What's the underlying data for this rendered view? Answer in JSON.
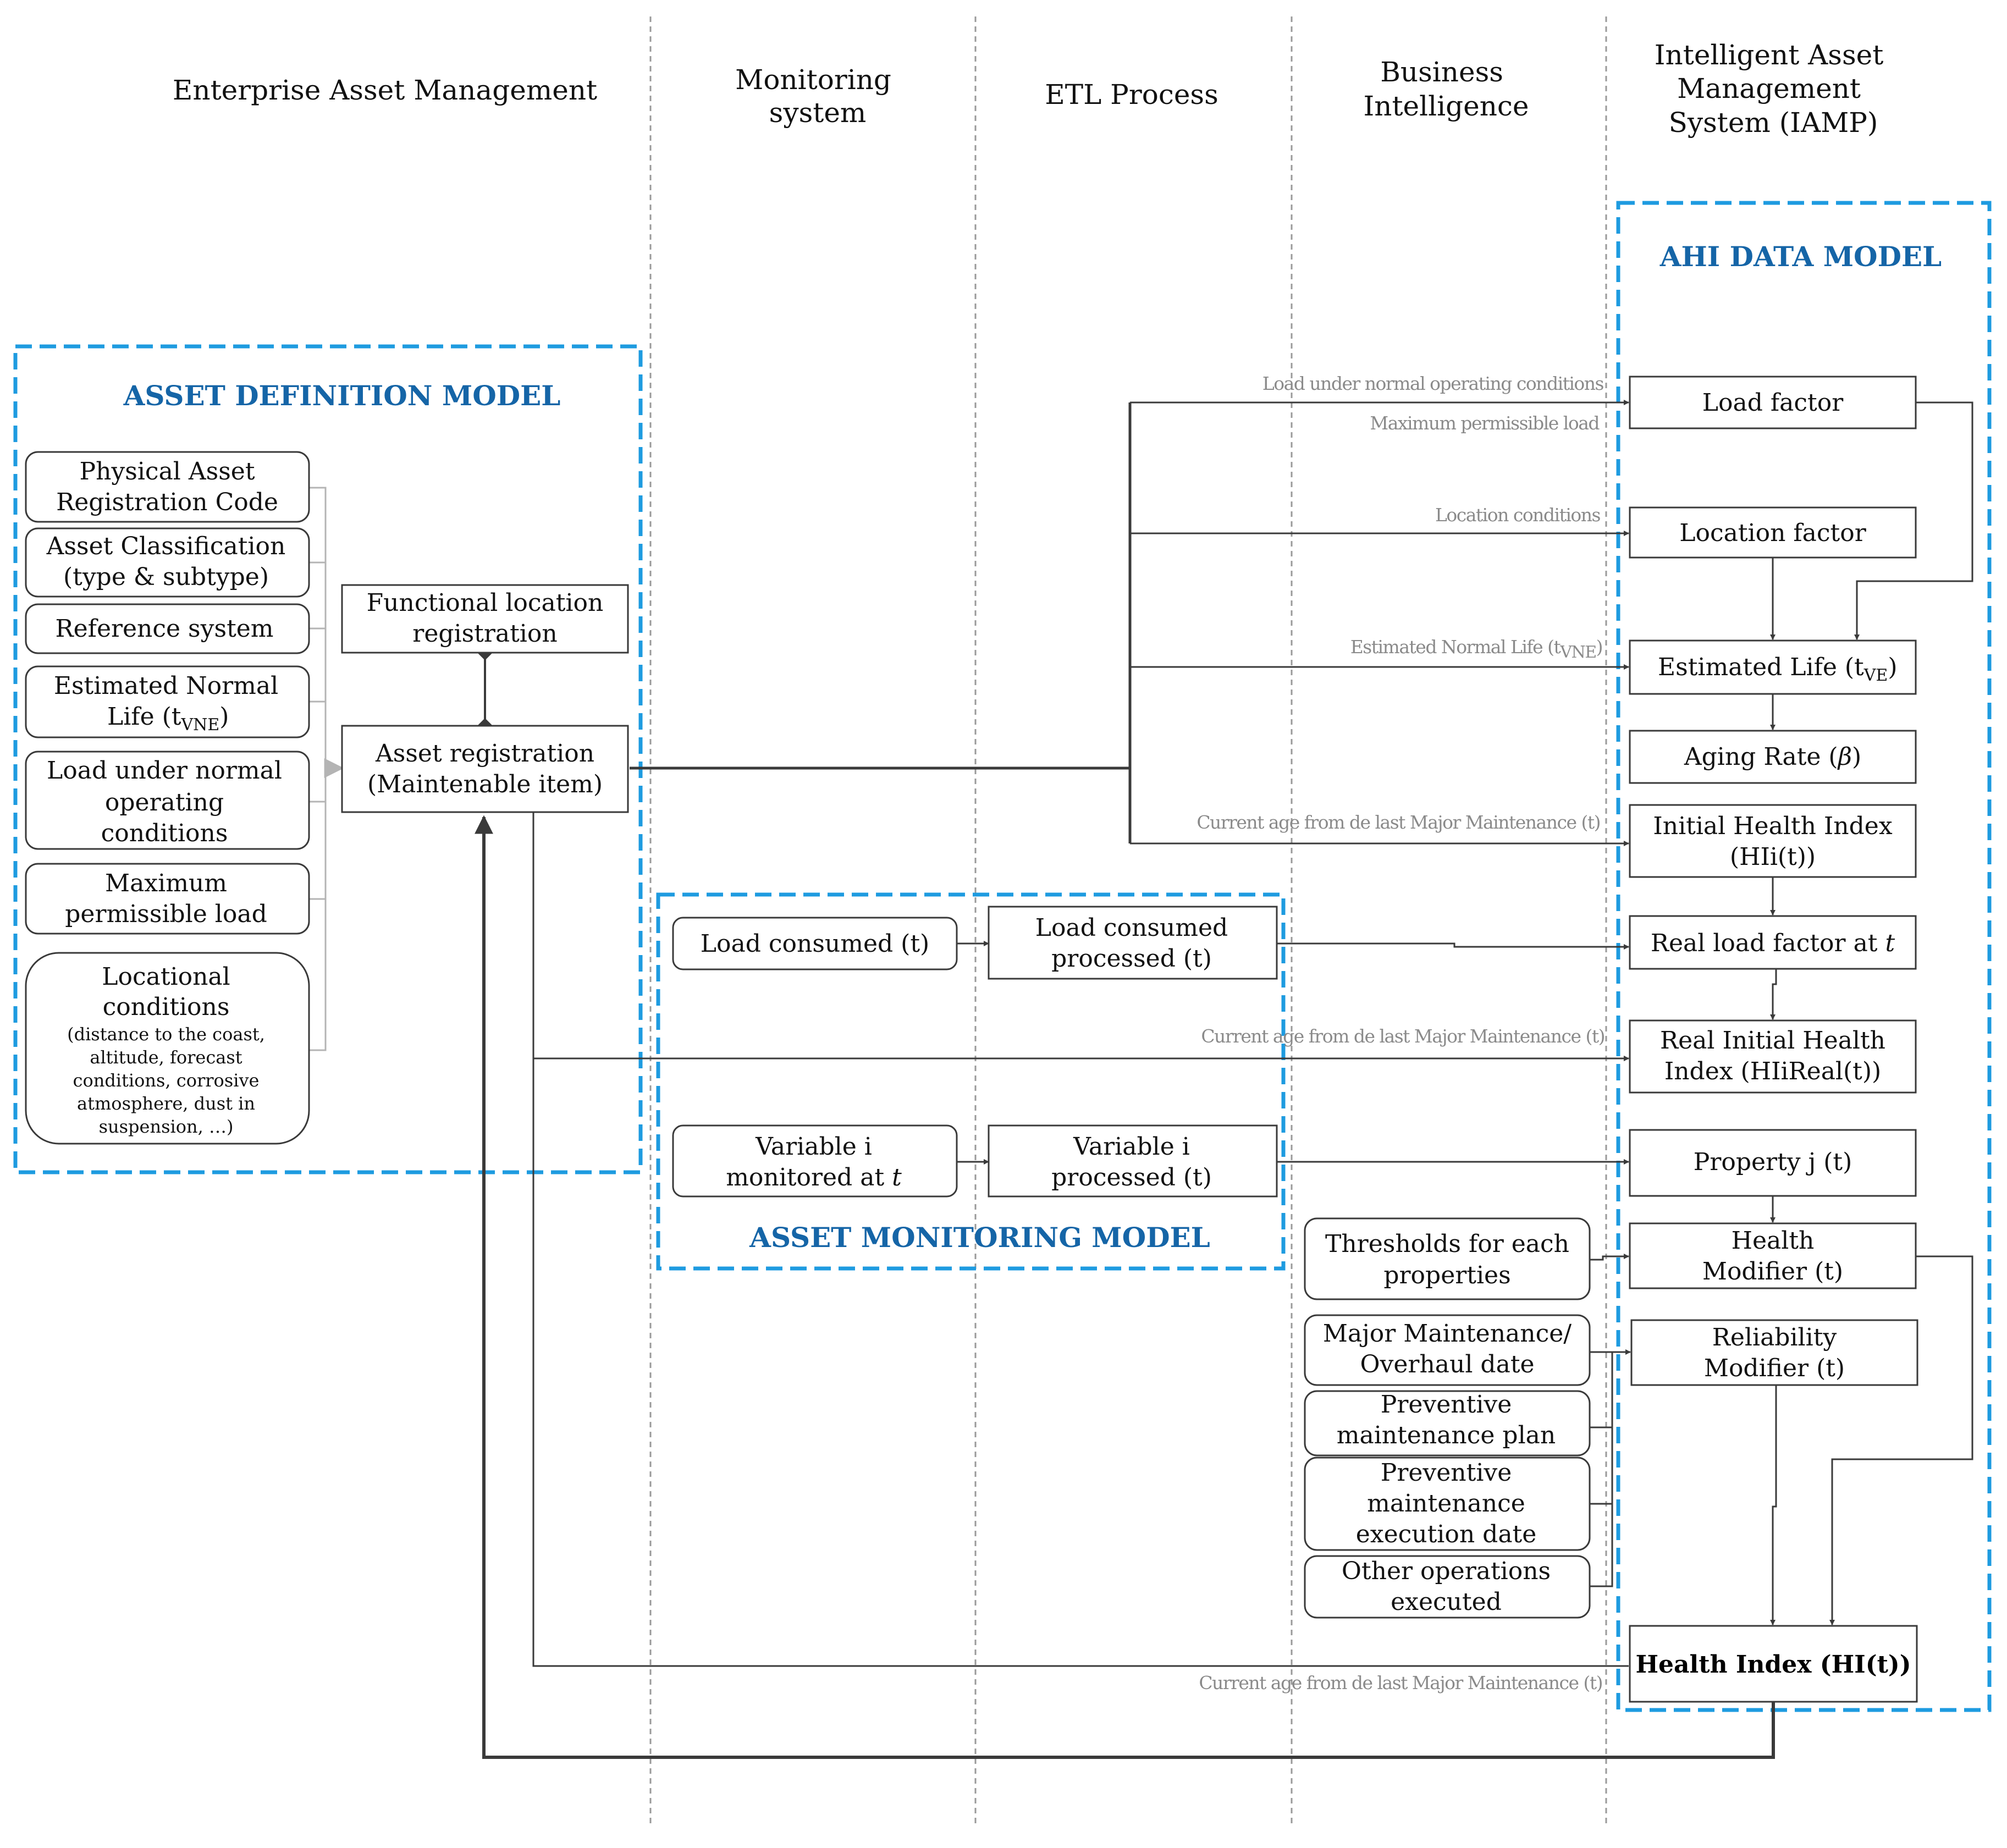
{
  "columns": {
    "eam": "Enterprise Asset Management",
    "monitoring": [
      "Monitoring",
      "system"
    ],
    "etl": "ETL Process",
    "bi": [
      "Business",
      "Intelligence"
    ],
    "iamp": [
      "Intelligent Asset",
      "Management",
      "System (IAMP)"
    ]
  },
  "models": {
    "asset_definition": "ASSET DEFINITION MODEL",
    "asset_monitoring": "ASSET MONITORING MODEL",
    "ahi_data": "AHI DATA MODEL"
  },
  "definition_items": {
    "physical_code": [
      "Physical Asset",
      "Registration Code"
    ],
    "classification": [
      "Asset Classification",
      "(type & subtype)"
    ],
    "reference_system": "Reference system",
    "estimated_normal_life": [
      "Estimated Normal",
      "Life (t",
      "VNE",
      ")"
    ],
    "load_normal": [
      "Load under normal",
      "operating",
      "conditions"
    ],
    "max_load": [
      "Maximum",
      "permissible load"
    ],
    "locational": [
      "Locational",
      "conditions"
    ],
    "locational_detail": [
      "(distance to the coast,",
      "altitude, forecast",
      "conditions, corrosive",
      "atmosphere, dust in",
      "suspension, …)"
    ]
  },
  "registration": {
    "functional_location": [
      "Functional location",
      "registration"
    ],
    "asset_registration": [
      "Asset registration",
      "(Maintenable item)"
    ]
  },
  "monitoring_items": {
    "load_consumed": "Load consumed (t)",
    "load_processed": [
      "Load consumed",
      "processed (t)"
    ],
    "variable_monitored": [
      "Variable i",
      "monitored at ",
      "t"
    ],
    "variable_processed": [
      "Variable i",
      "processed (t)"
    ]
  },
  "bi_items": {
    "thresholds": [
      "Thresholds for each",
      "properties"
    ],
    "major_maintenance": [
      "Major Maintenance/",
      "Overhaul date"
    ],
    "preventive_plan": [
      "Preventive",
      "maintenance plan"
    ],
    "preventive_execution": [
      "Preventive",
      "maintenance",
      "execution date"
    ],
    "other_operations": [
      "Other operations",
      "executed"
    ]
  },
  "ahi_items": {
    "load_factor": "Load factor",
    "location_factor": "Location factor",
    "estimated_life": [
      "Estimated Life (t",
      "VE",
      ")"
    ],
    "aging_rate": [
      "Aging Rate (",
      "β",
      ")"
    ],
    "initial_hi": [
      "Initial Health Index",
      "(HIi(t))"
    ],
    "real_load_factor": [
      "Real load factor at ",
      "t"
    ],
    "real_initial_hi": [
      "Real Initial Health",
      "Index (HIiReal(t))"
    ],
    "property_j": "Property j (t)",
    "health_modifier": [
      "Health",
      "Modifier (t)"
    ],
    "reliability_modifier": [
      "Reliability",
      "Modifier (t)"
    ],
    "health_index": "Health Index (HI(t))"
  },
  "flow_labels": {
    "load_normal": "Load under normal operating conditions",
    "max_load": "Maximum permissible load",
    "location_conditions": "Location conditions",
    "estimated_normal_life": [
      "Estimated Normal Life (t",
      "VNE",
      ")"
    ],
    "current_age": "Current age from de last Major Maintenance (t)"
  },
  "colors": {
    "model_border": "#1e9be0",
    "model_title": "#1565a7",
    "arrow_dark": "#3a3a3a",
    "arrow_light": "#9a9a9a",
    "column_divider": "#9a9a9a"
  }
}
